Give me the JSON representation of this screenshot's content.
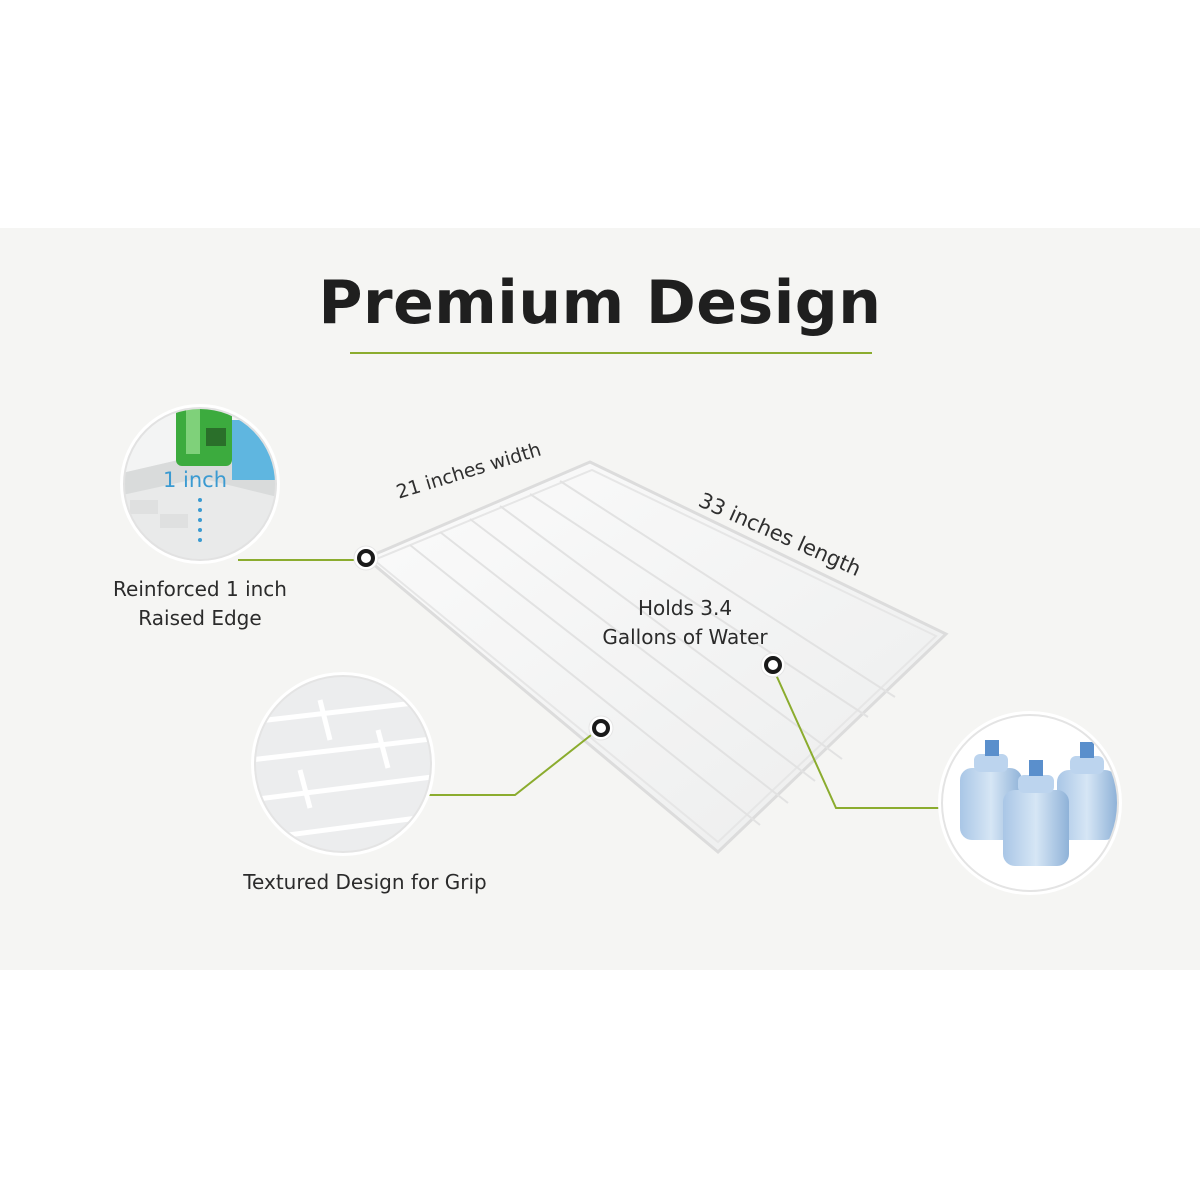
{
  "title": "Premium Design",
  "callouts": {
    "raised_edge_line1": "Reinforced 1 inch",
    "raised_edge_line2": "Raised Edge",
    "one_inch_badge": "1 inch",
    "textured_grip": "Textured Design for Grip",
    "gallons_line1": "Holds 3.4",
    "gallons_line2": "Gallons of Water"
  },
  "dimensions": {
    "width": "21 inches width",
    "length": "33 inches length"
  },
  "colors": {
    "accent_line": "#8bac2e",
    "badge_text": "#3a9ad1",
    "background_band": "#f5f5f3"
  },
  "icons": {
    "callout_marker": "ring-dot-icon"
  }
}
